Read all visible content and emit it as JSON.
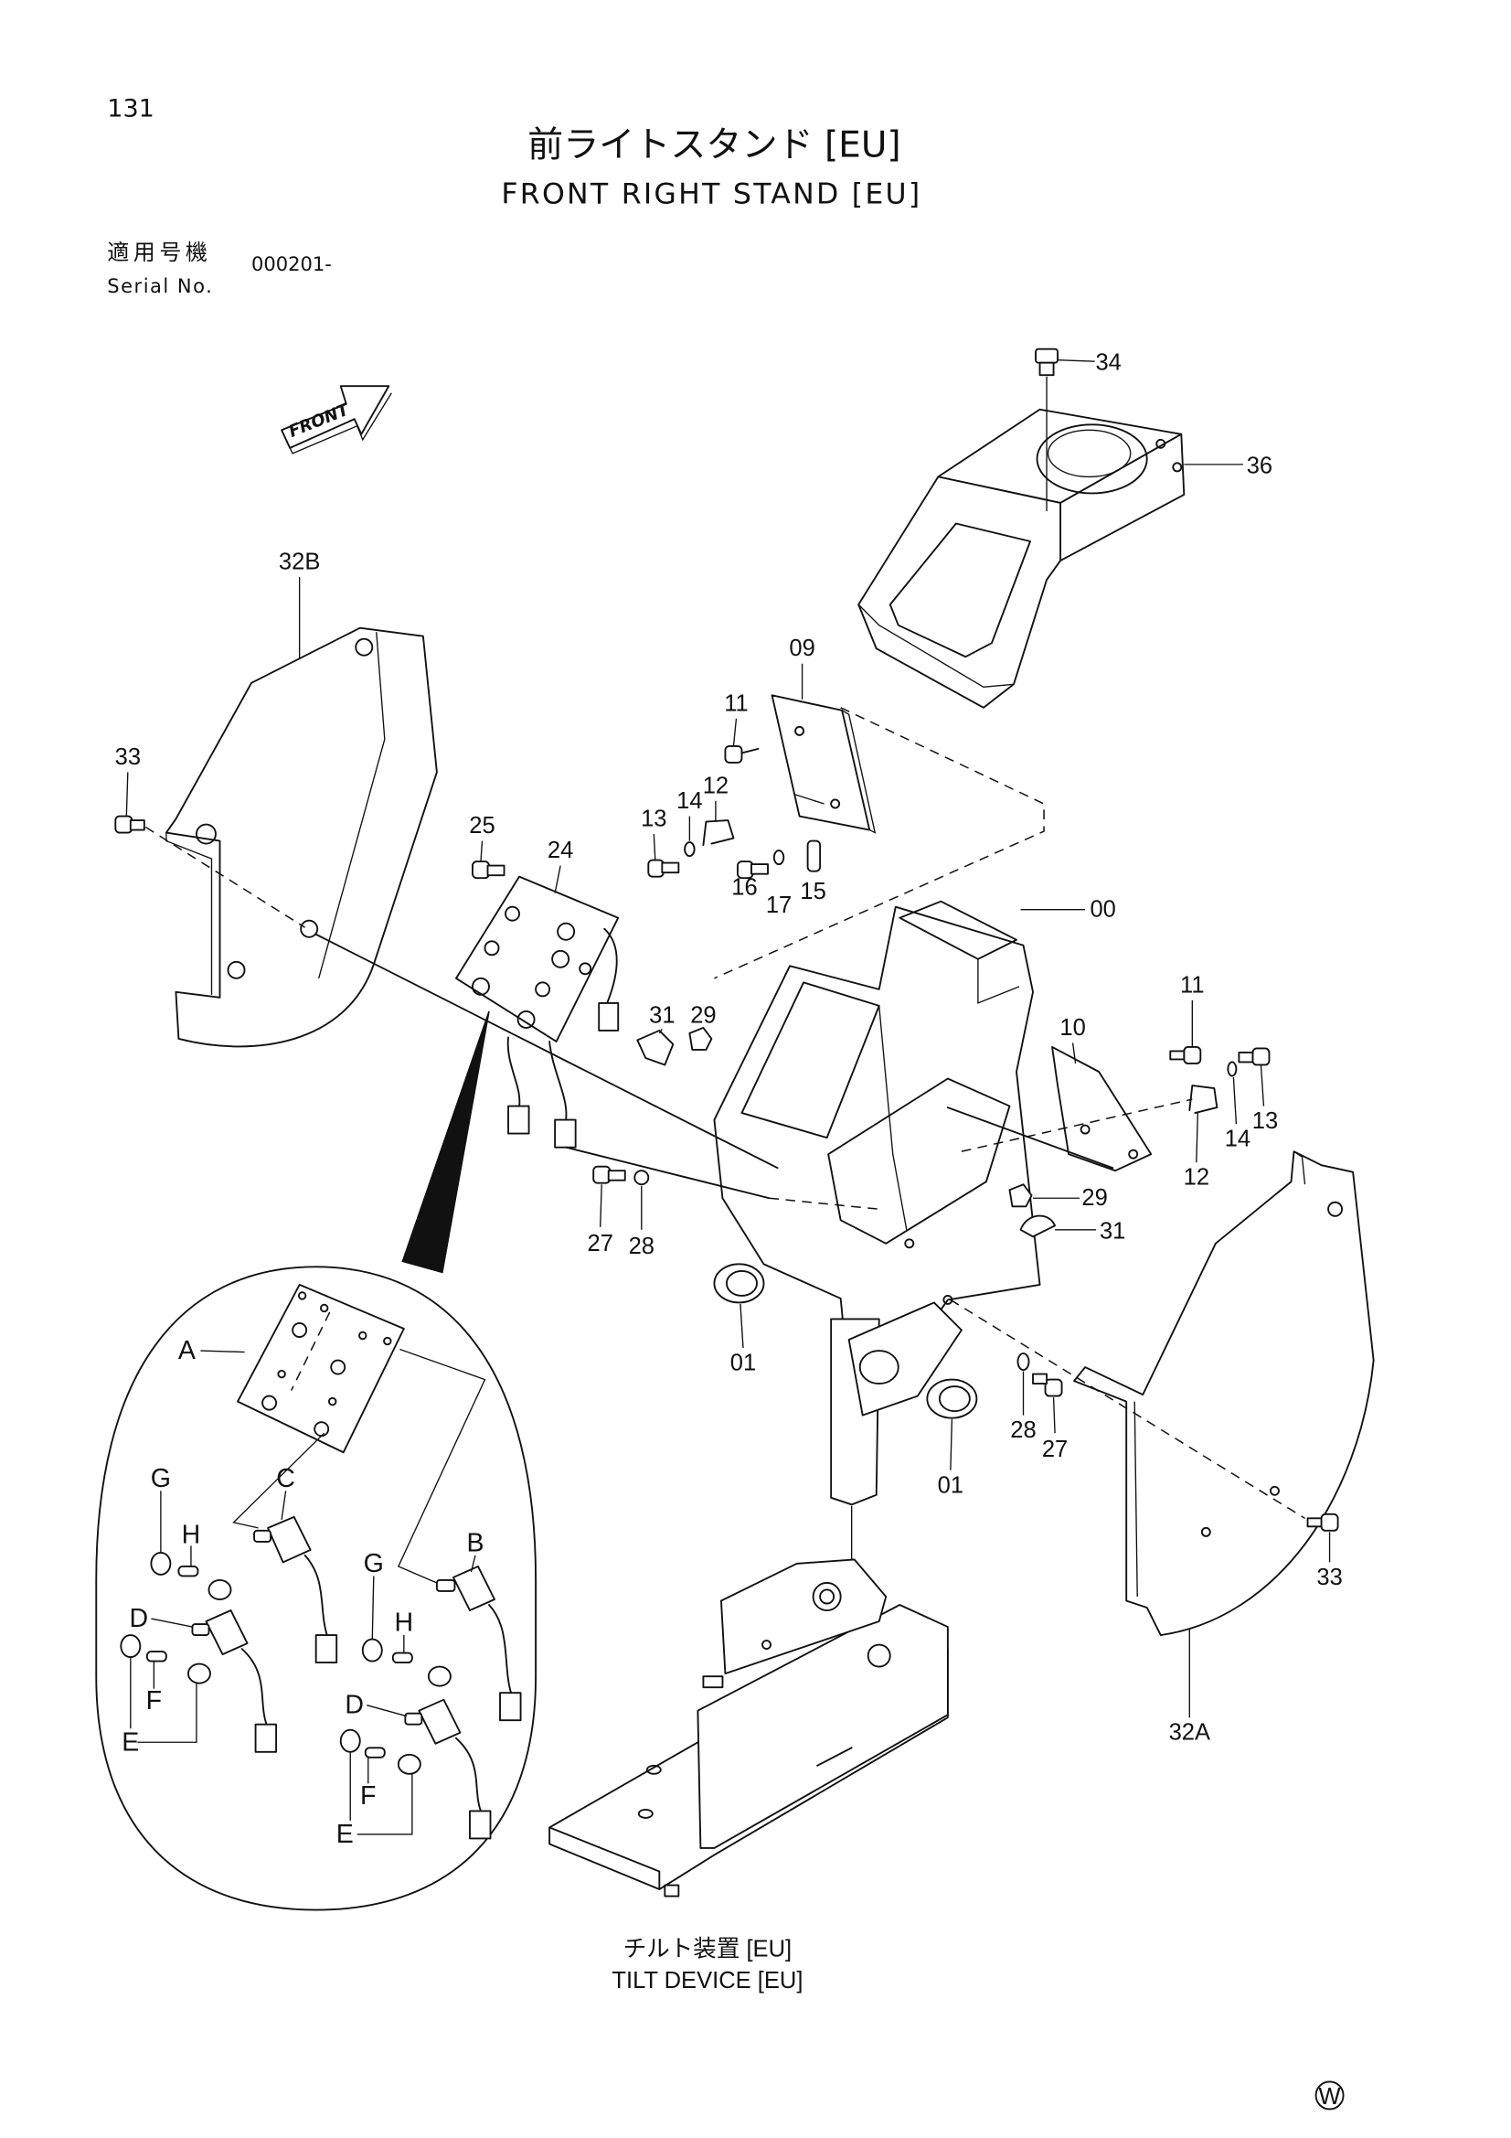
{
  "page_number": "131",
  "title": {
    "jp": "前ライトスタンド [EU]",
    "en": "FRONT RIGHT STAND [EU]"
  },
  "serial": {
    "label_jp": "適用号機",
    "label_en": "Serial No.",
    "value": "000201-"
  },
  "front_arrow": {
    "label": "FRONT",
    "icon": "front-direction-arrow-icon"
  },
  "callouts": [
    "34",
    "36",
    "32B",
    "09",
    "33",
    "11",
    "12",
    "14",
    "13",
    "25",
    "24",
    "16",
    "17",
    "15",
    "00",
    "11",
    "10",
    "31",
    "29",
    "13",
    "14",
    "12",
    "29",
    "31",
    "27",
    "28",
    "01",
    "28",
    "27",
    "01",
    "33",
    "32A"
  ],
  "detail_letters": [
    "A",
    "C",
    "G",
    "H",
    "B",
    "G",
    "H",
    "D",
    "F",
    "E",
    "D",
    "F",
    "E"
  ],
  "subassembly": {
    "jp": "チルト装置 [EU]",
    "en": "TILT DEVICE [EU]"
  },
  "mark": "W"
}
